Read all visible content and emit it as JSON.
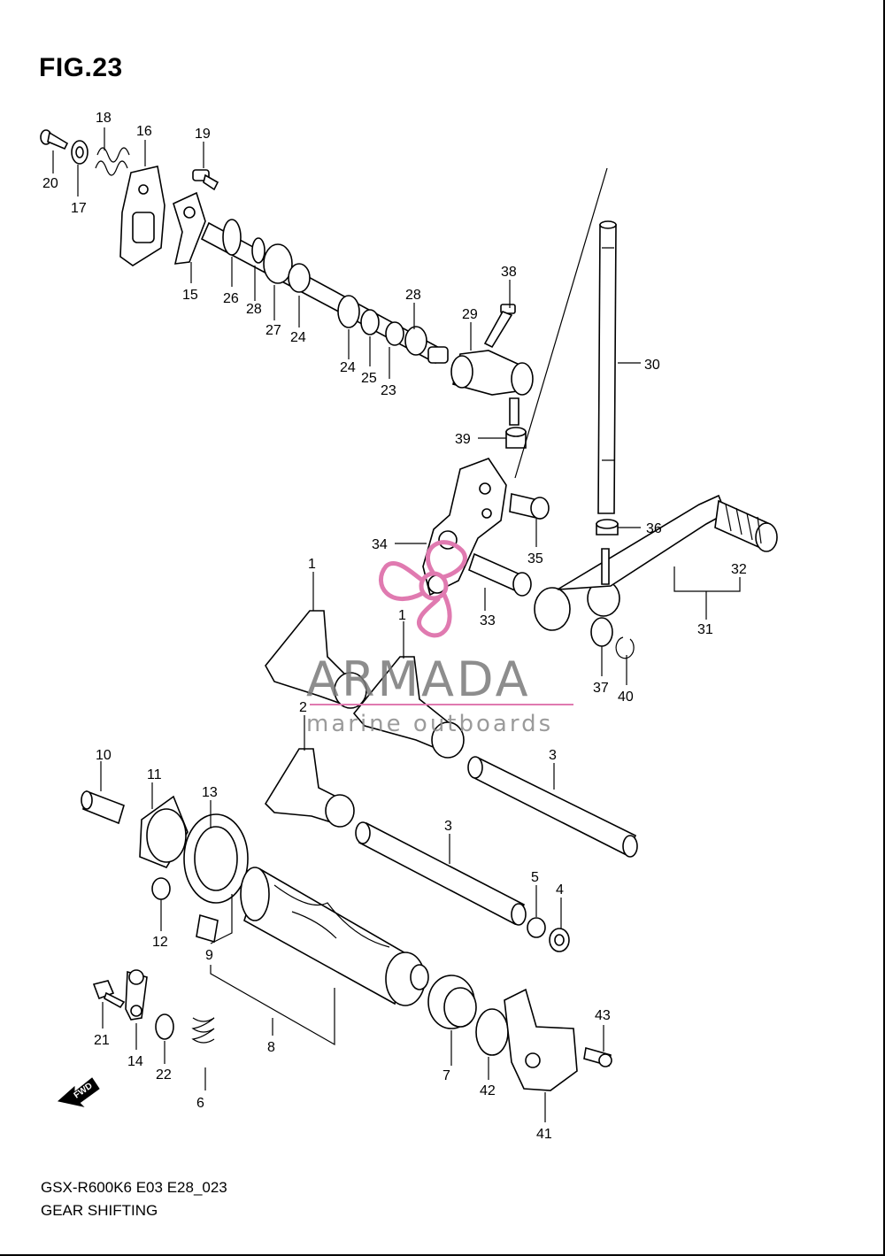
{
  "figure_title": "FIG.23",
  "model_code": "GSX-R600K6 E03 E28_023",
  "section_name": "GEAR SHIFTING",
  "direction_label": "FWD",
  "watermark": {
    "name": "ARMADA",
    "tagline": "marine outboards",
    "accent_color": "#e07ab0"
  },
  "labels": [
    "1",
    "1",
    "2",
    "3",
    "3",
    "4",
    "5",
    "6",
    "7",
    "8",
    "9",
    "10",
    "11",
    "12",
    "13",
    "14",
    "15",
    "16",
    "17",
    "18",
    "19",
    "20",
    "21",
    "22",
    "23",
    "24",
    "24",
    "25",
    "26",
    "27",
    "28",
    "28",
    "29",
    "30",
    "31",
    "32",
    "33",
    "34",
    "35",
    "36",
    "37",
    "38",
    "39",
    "40",
    "41",
    "42",
    "43"
  ]
}
